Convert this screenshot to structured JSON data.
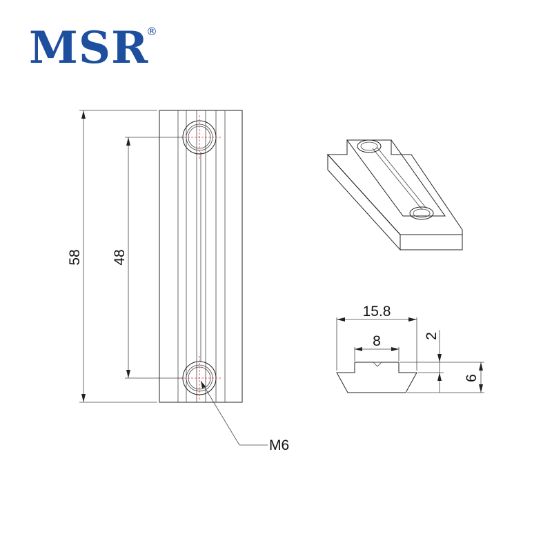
{
  "brand": {
    "logo_text": "MSR",
    "registered_mark": "®",
    "color": "#1d4f9e"
  },
  "drawing": {
    "dimensions": {
      "total_length": "58",
      "hole_spacing": "48",
      "thread": "M6",
      "width": "15.8",
      "neck_width": "8",
      "neck_height": "2",
      "height": "6"
    },
    "colors": {
      "line": "#222222",
      "centerline": "#e23a3a",
      "face": "#e8e8e8"
    }
  }
}
